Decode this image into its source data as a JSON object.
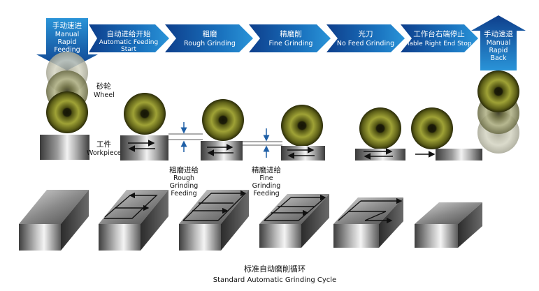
{
  "steps": [
    {
      "cn": "手动速进",
      "en": [
        "Manual",
        "Rapid",
        "Feeding"
      ]
    },
    {
      "cn": "自动进给开始",
      "en": [
        "Automatic Feeding",
        "Start"
      ]
    },
    {
      "cn": "粗磨",
      "en": [
        "Rough Grinding"
      ]
    },
    {
      "cn": "精磨削",
      "en": [
        "Fine Grinding"
      ]
    },
    {
      "cn": "光刀",
      "en": [
        "No Feed Grinding"
      ]
    },
    {
      "cn": "工作台右端停止",
      "en": [
        "Table Right End Stop"
      ]
    },
    {
      "cn": "手动速退",
      "en": [
        "Manual",
        "Rapid",
        "Back"
      ]
    }
  ],
  "labels": {
    "wheel_cn": "砂轮",
    "wheel_en": "Wheel",
    "workpiece_cn": "工件",
    "workpiece_en": "Workpiece",
    "rough_feed_cn": "粗磨进给",
    "rough_feed_en": [
      "Rough",
      "Grinding",
      "Feeding"
    ],
    "fine_feed_cn": "精磨进给",
    "fine_feed_en": [
      "Fine",
      "Grinding",
      "Feeding"
    ]
  },
  "caption": {
    "cn": "标准自动磨削循环",
    "en": "Standard Automatic Grinding Cycle"
  },
  "colors": {
    "arrow_dark": "#0e3f8c",
    "arrow_light": "#1f86cf",
    "wheel_green": "#9a9d2e",
    "feed_arrow": "#1f5fa6"
  }
}
